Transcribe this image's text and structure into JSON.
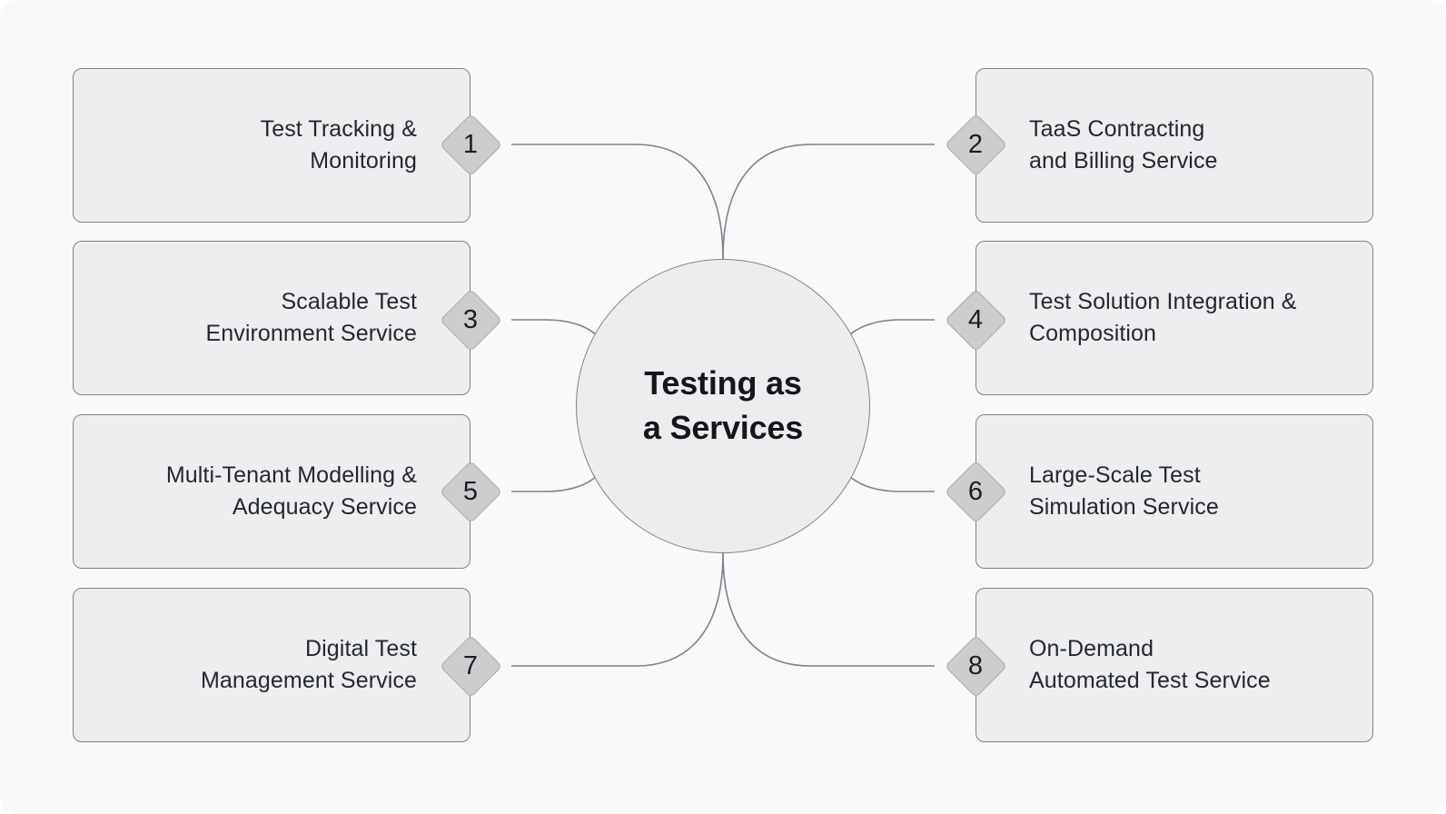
{
  "diagram": {
    "type": "hub-and-spoke",
    "background_color": "#f7f9fb",
    "box_fill_color": "#edeef0",
    "box_border_color": "#7f8286",
    "badge_fill_color": "#cdcdcf",
    "hub_fill_color": "#ecedef",
    "connector_color": "#7f8286",
    "hub": {
      "title": "Testing as\na Services"
    },
    "nodes": [
      {
        "number": "1",
        "label": "Test Tracking &\nMonitoring",
        "side": "left"
      },
      {
        "number": "2",
        "label": "TaaS Contracting\nand Billing Service",
        "side": "right"
      },
      {
        "number": "3",
        "label": "Scalable Test\nEnvironment Service",
        "side": "left"
      },
      {
        "number": "4",
        "label": "Test Solution Integration &\nComposition",
        "side": "right"
      },
      {
        "number": "5",
        "label": "Multi-Tenant Modelling &\nAdequacy Service",
        "side": "left"
      },
      {
        "number": "6",
        "label": "Large-Scale Test\nSimulation Service",
        "side": "right"
      },
      {
        "number": "7",
        "label": "Digital Test\nManagement Service",
        "side": "left"
      },
      {
        "number": "8",
        "label": "On-Demand\nAutomated Test Service",
        "side": "right"
      }
    ]
  }
}
